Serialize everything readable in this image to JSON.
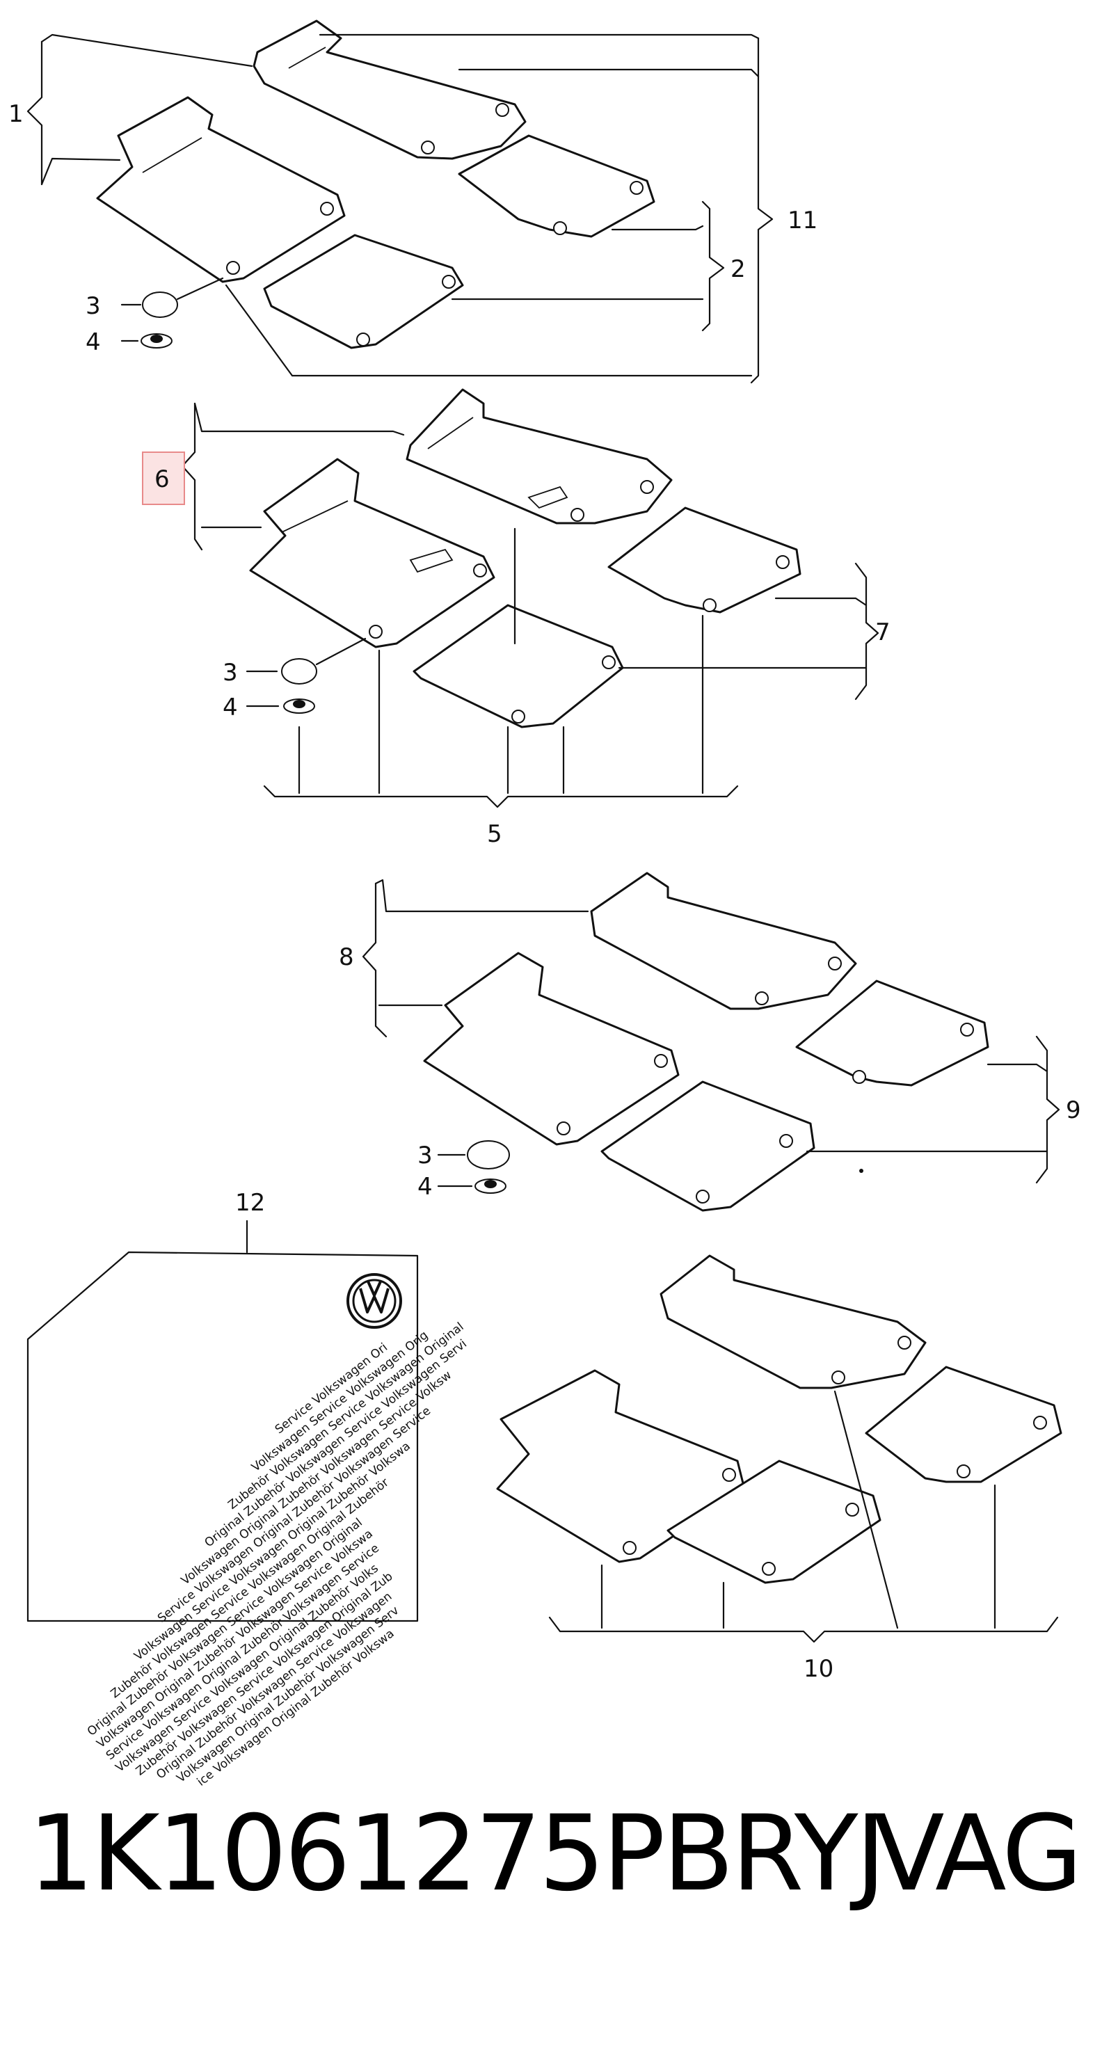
{
  "callouts": {
    "c1": "1",
    "c2": "2",
    "c3a": "3",
    "c4a": "4",
    "c11": "11",
    "c6": "6",
    "c7": "7",
    "c3b": "3",
    "c4b": "4",
    "c5": "5",
    "c8": "8",
    "c9": "9",
    "c3c": "3",
    "c4c": "4",
    "c12": "12",
    "c10": "10"
  },
  "highlight_color": "#e88a8a",
  "sticker_lines": [
    "Service Volkswagen Ori",
    "Volkswagen Service Volkswagen Orig",
    "Zubehör Volkswagen Service Volkswagen Original",
    "Original Zubehör Volkswagen Service Volkswagen Servi",
    "Volkswagen Original Zubehör Volkswagen Service Volksw",
    "Service Volkswagen Original Zubehör Volkswagen Service",
    "Volkswagen Service Volkswagen Original Zubehör Volkswa",
    "Zubehör Volkswagen Service Volkswagen Original Zubehör",
    "Original Zubehör Volkswagen Service Volkswagen Original",
    "Volkswagen Original Zubehör Volkswagen Service Volkswa",
    "Service Volkswagen Original Zubehör Volkswagen Service",
    "Volkswagen Service Volkswagen Original Zubehör Volks",
    "Zubehör Volkswagen Service Volkswagen Original Zub",
    "Original Zubehör Volkswagen Service Volkswagen",
    "Volkswagen Original Zubehör Volkswagen Serv",
    "ice Volkswagen Original Zubehör Volkswa"
  ],
  "logo_icon": "volkswagen-logo-icon",
  "footer": {
    "part_number": "1K1061275PBRYJ",
    "brand": "VAG"
  }
}
